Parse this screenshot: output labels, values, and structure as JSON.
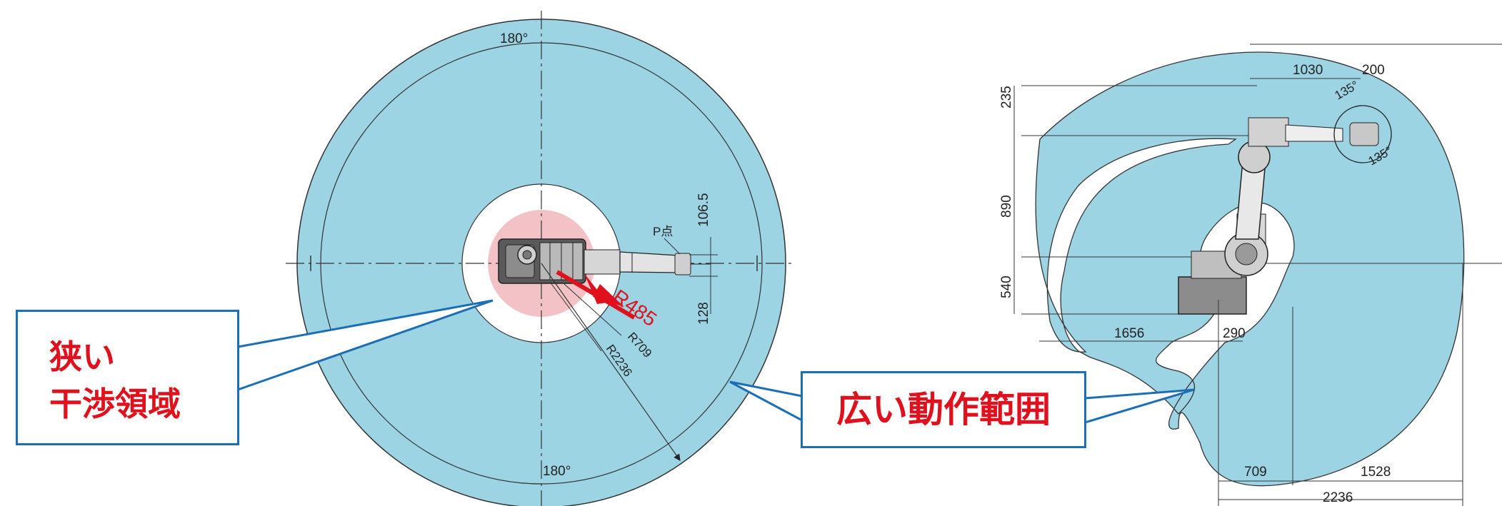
{
  "colors": {
    "range_fill": "#9dd4e4",
    "interference_fill": "#f2c2c7",
    "callout_border": "#1d6fb5",
    "callout_text": "#e0101c",
    "arrow": "#e0101c"
  },
  "top_view": {
    "angle_top": "180°",
    "angle_bottom": "180°",
    "radius_interference": "R485",
    "radius_inner": "R709",
    "radius_outer": "R2236",
    "dim_upper": "106.5",
    "dim_lower": "128",
    "point_label": "P点"
  },
  "side_view": {
    "dim_1030": "1030",
    "dim_200": "200",
    "angle_upper": "135°",
    "angle_lower": "135°",
    "dim_235": "235",
    "dim_890": "890",
    "dim_540": "540",
    "dim_1656": "1656",
    "dim_290": "290",
    "dim_709": "709",
    "dim_1528": "1528",
    "dim_2236": "2236"
  },
  "callouts": {
    "narrow_line1": "狭い",
    "narrow_line2": "干渉領域",
    "wide": "広い動作範囲"
  }
}
